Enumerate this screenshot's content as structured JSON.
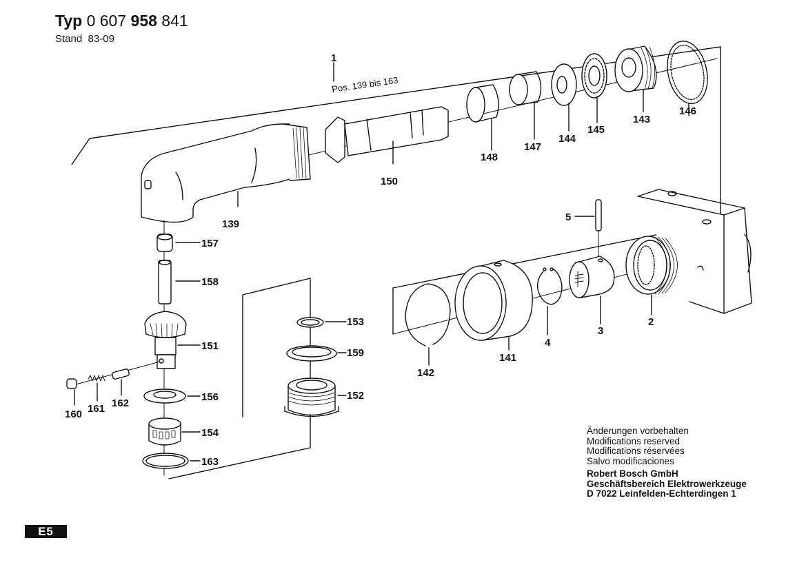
{
  "header": {
    "type_label": "Typ",
    "type_prefix": "0 607",
    "type_main": "958",
    "type_suffix": "841",
    "stand_label": "Stand",
    "stand_value": "83-09"
  },
  "assembly": {
    "number": "1",
    "range_text": "Pos. 139 bis 163"
  },
  "parts": [
    {
      "id": "139"
    },
    {
      "id": "150"
    },
    {
      "id": "148"
    },
    {
      "id": "147"
    },
    {
      "id": "144"
    },
    {
      "id": "145"
    },
    {
      "id": "143"
    },
    {
      "id": "146"
    },
    {
      "id": "157"
    },
    {
      "id": "158"
    },
    {
      "id": "151"
    },
    {
      "id": "156"
    },
    {
      "id": "154"
    },
    {
      "id": "163"
    },
    {
      "id": "160"
    },
    {
      "id": "161"
    },
    {
      "id": "162"
    },
    {
      "id": "153"
    },
    {
      "id": "159"
    },
    {
      "id": "152"
    },
    {
      "id": "142"
    },
    {
      "id": "141"
    },
    {
      "id": "4"
    },
    {
      "id": "3"
    },
    {
      "id": "5"
    },
    {
      "id": "2"
    }
  ],
  "notes": {
    "lines": [
      "Änderungen vorbehalten",
      "Modifications reserved",
      "Modifications réservées",
      "Salvo modificaciones"
    ],
    "company": [
      "Robert Bosch GmbH",
      "Geschäftsbereich Elektrowerkzeuge",
      "D 7022 Leinfelden-Echterdingen 1"
    ]
  },
  "page_code": "E5"
}
